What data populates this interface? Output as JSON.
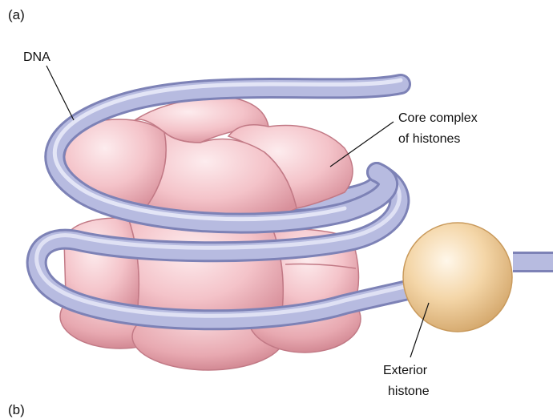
{
  "figure": {
    "panel_a": "(a)",
    "panel_b": "(b)",
    "dna_label": "DNA",
    "core_label": [
      "Core complex",
      "of histones"
    ],
    "exterior_label": [
      "Exterior",
      "histone"
    ]
  },
  "colors": {
    "histone_core": "#f5c6cb",
    "histone_shadow": "#d98b95",
    "dna_strand": "#b7bbe0",
    "dna_shadow": "#7d82b6",
    "exterior_histone": "#f4d6a8"
  }
}
